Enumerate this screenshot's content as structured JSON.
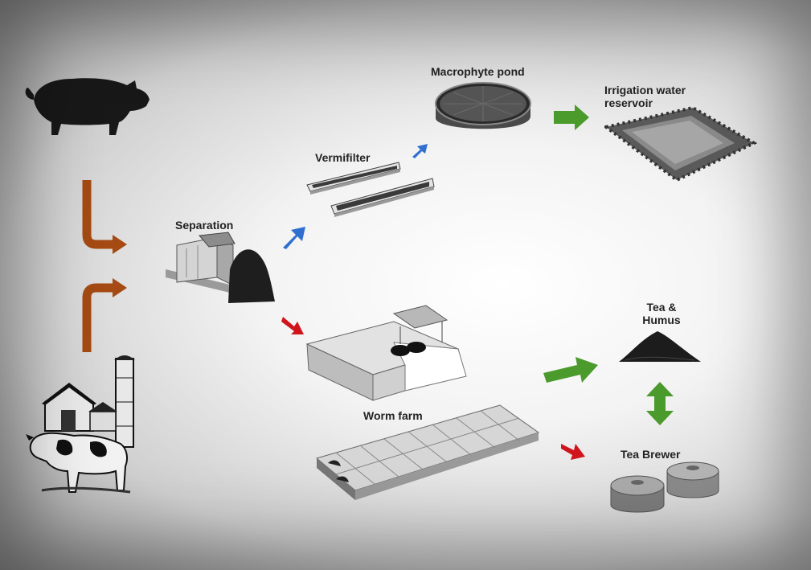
{
  "labels": {
    "separation": "Separation",
    "vermifilter": "Vermifilter",
    "macrophyte_pond": "Macrophyte pond",
    "irrigation_line1": "Irrigation water",
    "irrigation_line2": "reservoir",
    "worm_farm": "Worm farm",
    "tea_humus_line1": "Tea &",
    "tea_humus_line2": "Humus",
    "tea_brewer": "Tea Brewer"
  },
  "icons": [
    "pig-icon",
    "farm-barn-cow-icon",
    "separator-machine-icon",
    "vermifilter-beds-icon",
    "macrophyte-pond-icon",
    "irrigation-reservoir-icon",
    "worm-farm-buildings-icon",
    "humus-pile-icon",
    "tea-brewer-tanks-icon"
  ],
  "colors": {
    "input_arrow": "#a44a12",
    "liquid_arrow": "#2f6fcf",
    "solid_arrow": "#d0141c",
    "output_arrow": "#4a9a2c"
  }
}
